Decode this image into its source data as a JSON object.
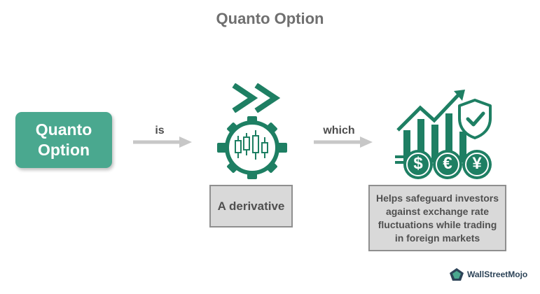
{
  "title": "Quanto Option",
  "main_concept": {
    "line1": "Quanto",
    "line2": "Option"
  },
  "connectors": {
    "first": "is",
    "second": "which"
  },
  "definition": "A derivative",
  "description": {
    "lines": [
      "Helps safeguard investors",
      "against exchange rate",
      "fluctuations while trading",
      "in foreign markets"
    ]
  },
  "currency_symbols": [
    "$",
    "€",
    "¥"
  ],
  "brand": {
    "name": "WallStreetMojo"
  },
  "icons": [
    "double-chevron-icon",
    "gear-candlestick-icon",
    "growth-chart-icon",
    "shield-check-icon",
    "currency-coins-icon",
    "wallstreetmojo-logo-icon"
  ],
  "colors": {
    "accent": "#4aa88f",
    "icon": "#1e7f63",
    "box_fill": "#d9d9d9",
    "box_border": "#8f8f8f",
    "arrow": "#c7c7c7",
    "title": "#6f6f6f"
  }
}
